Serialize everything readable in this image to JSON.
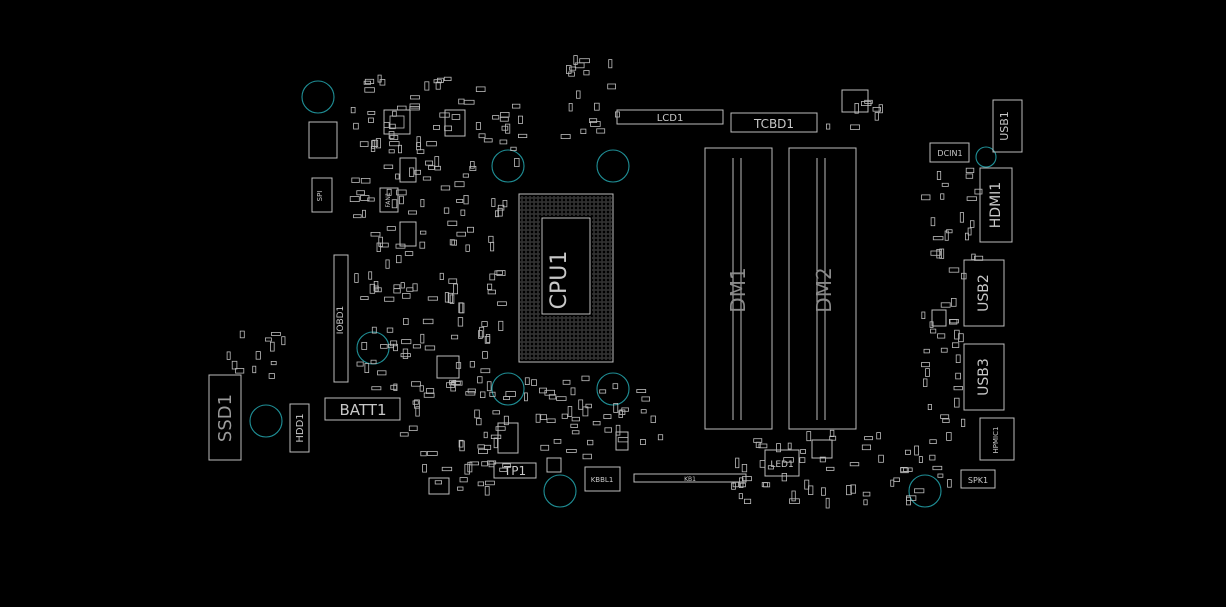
{
  "board": {
    "background": "#000000",
    "outline_color": "#bdbdbd",
    "hole_color": "#1f8f96",
    "labels": {
      "cpu": "CPU1",
      "dimm1": "DM1",
      "dimm2": "DM2",
      "lcd": "LCD1",
      "tcbd": "TCBD1",
      "usb1": "USB1",
      "dcin": "DCIN1",
      "hdmi": "HDMI1",
      "usb2": "USB2",
      "usb3": "USB3",
      "hpmic": "HPMIC1",
      "spk": "SPK1",
      "ssd": "SSD1",
      "hdd": "HDD1",
      "batt": "BATT1",
      "iobd": "IOBD1",
      "tp": "TP1",
      "kbbl": "KBBL1",
      "kb": "KB1",
      "led": "LED1",
      "fan": "FAN1",
      "spi": "SPI"
    }
  }
}
